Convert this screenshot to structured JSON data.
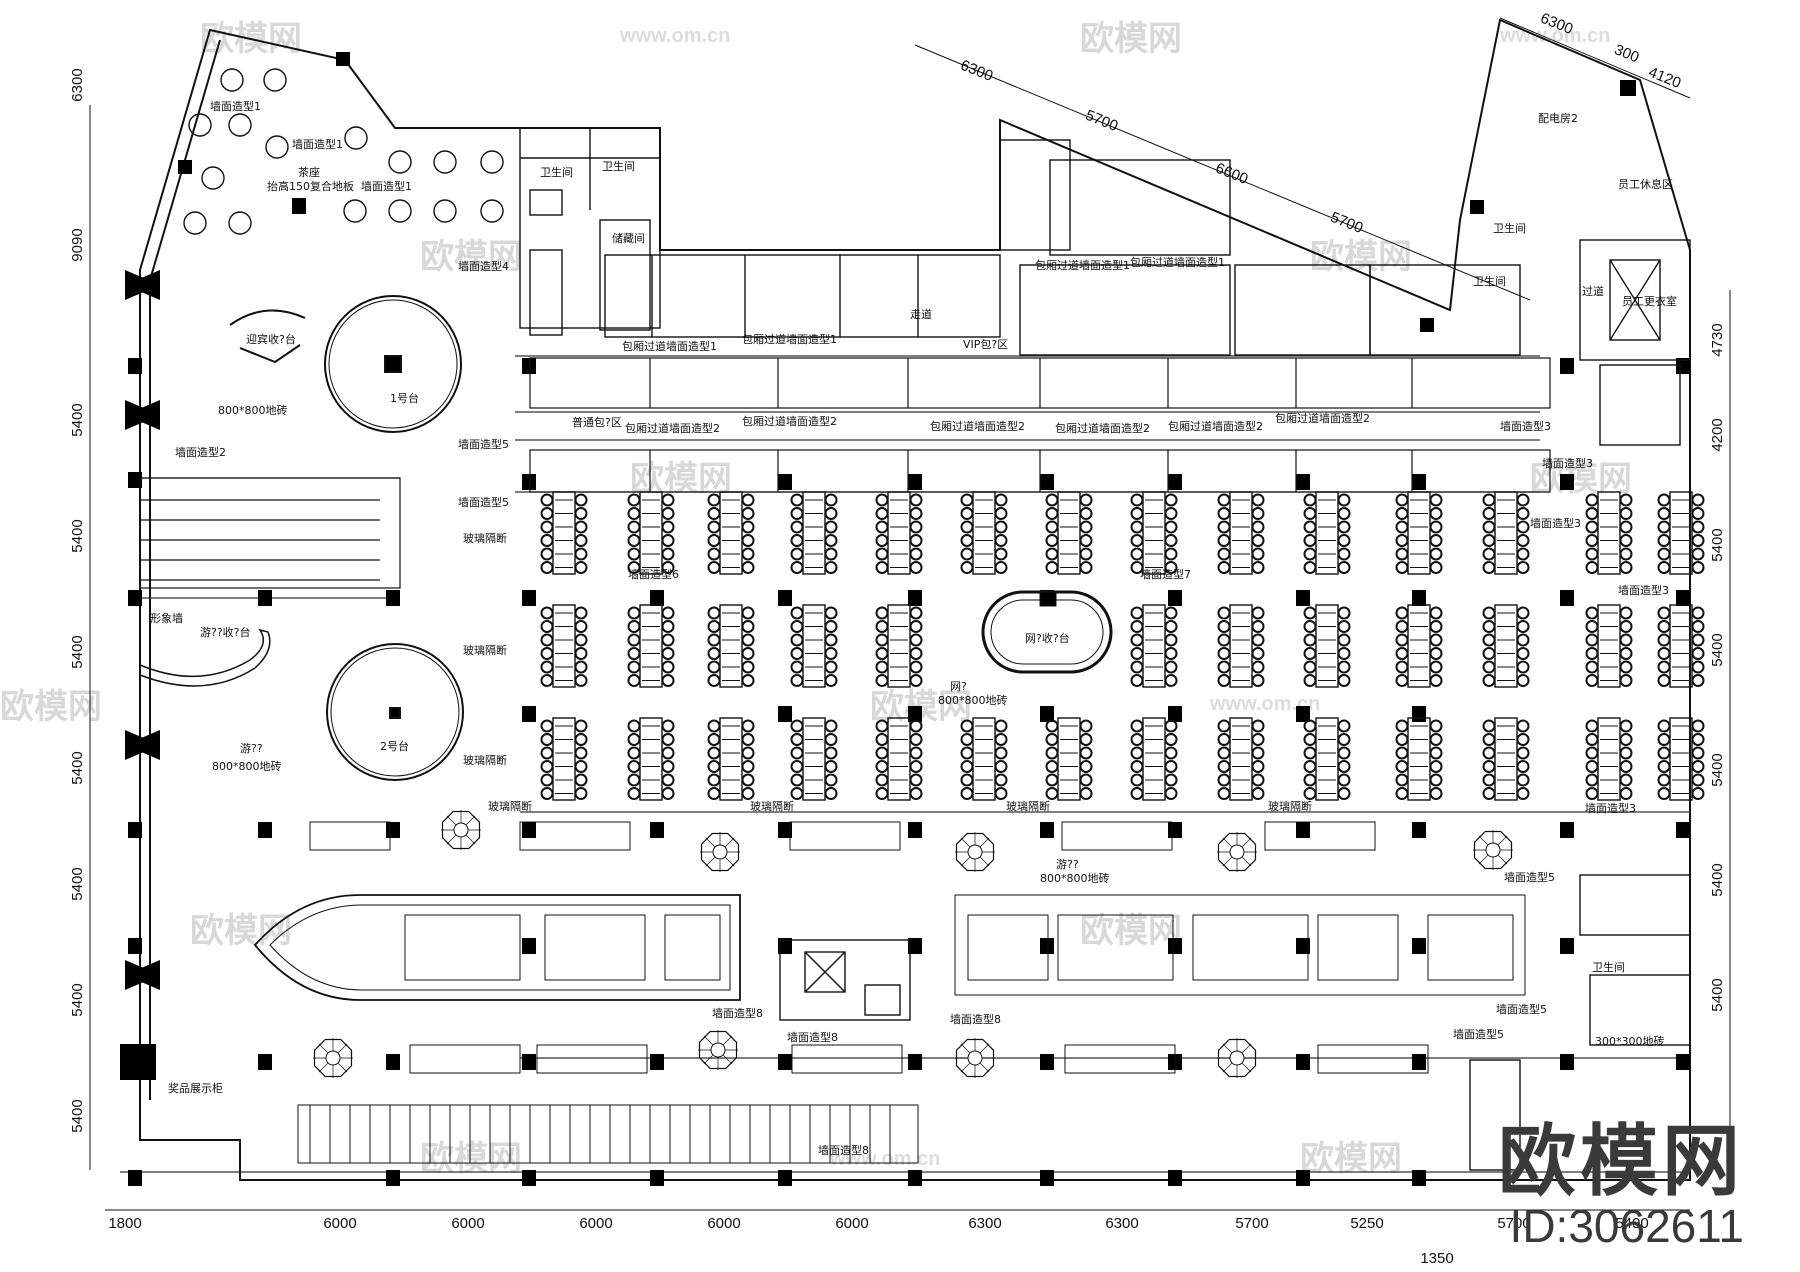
{
  "dims": {
    "bottom": [
      "1800",
      "6000",
      "6000",
      "6000",
      "6000",
      "6000",
      "6300",
      "6300",
      "5700",
      "5250",
      "5700",
      "5400"
    ],
    "bottom_extra": "1350",
    "left": [
      "6300",
      "9090",
      "5400",
      "5400",
      "5400",
      "5400",
      "5400",
      "5400",
      "5400"
    ],
    "right": [
      "4730",
      "4200",
      "5400",
      "5400",
      "5400",
      "5400",
      "5400"
    ],
    "top_diag": [
      "6300",
      "5700",
      "6600",
      "5700"
    ],
    "top_right": [
      "6300",
      "300",
      "4120"
    ]
  },
  "labels": {
    "tea_area": "茶座",
    "tea_floor": "抬高150复合地板",
    "wall1a": "墙面造型1",
    "wall1b": "墙面造型1",
    "wall1c": "墙面造型1",
    "wall4": "墙面造型4",
    "wc1": "卫生间",
    "wc2": "卫生间",
    "storage": "储藏间",
    "reception": "迎宾收?台",
    "floor1": "800*800地砖",
    "stage1": "1号台",
    "wall2": "墙面造型2",
    "wall5a": "墙面造型5",
    "wall5b": "墙面造型5",
    "glass1": "玻璃隔断",
    "glass2": "玻璃隔断",
    "glass3": "玻璃隔断",
    "image_wall": "形象墙",
    "cashier": "游??收?台",
    "stage2": "2号台",
    "floor2_a": "游??",
    "floor2_b": "800*800地砖",
    "cor1a": "包厢过道墙面造型1",
    "cor1b": "包厢过道墙面造型1",
    "cor1c": "包厢过道墙面造型1",
    "cor1d": "包厢过道墙面造型1",
    "vip": "VIP包?区",
    "cor2a": "包厢过道墙面造型2",
    "cor2b": "包厢过道墙面造型2",
    "cor2c": "包厢过道墙面造型2",
    "cor2d": "包厢过道墙面造型2",
    "cor2e": "包厢过道墙面造型2",
    "cor2f": "包厢过道墙面造型2",
    "normal_room": "普通包?区",
    "wall6": "墙面造型6",
    "wall7": "墙面造型7",
    "wall3a": "墙面造型3",
    "wall3b": "墙面造型3",
    "wall3c": "墙面造型3",
    "wall3d": "墙面造型3",
    "wall3e": "墙面造型3",
    "center_stage": "网?收?台",
    "hall_floor1": "网?",
    "hall_floor2": "800*800地砖",
    "glass4": "玻璃隔断",
    "glass5": "玻璃隔断",
    "glass6": "玻璃隔断",
    "glass7": "玻璃隔断",
    "hall2_a": "游??",
    "hall2_b": "800*800地砖",
    "wall8a": "墙面造型8",
    "wall8b": "墙面造型8",
    "wall8c": "墙面造型8",
    "wall8d": "墙面造型8",
    "wall5c": "墙面造型5",
    "wall5d": "墙面造型5",
    "wall5e": "墙面造型5",
    "wc3": "卫生间",
    "tile300": "300*300地砖",
    "prize": "奖品展示柜",
    "power": "配电房2",
    "staff_rest": "员工休息区",
    "wc4": "卫生间",
    "wc5": "卫生间",
    "passage": "过道",
    "locker": "员工更衣室",
    "aisle": "走道"
  },
  "watermark": {
    "brand": "欧模网",
    "url": "www.om.cn"
  },
  "brand_block": {
    "logo": "欧模网",
    "id": "ID:3062611"
  }
}
